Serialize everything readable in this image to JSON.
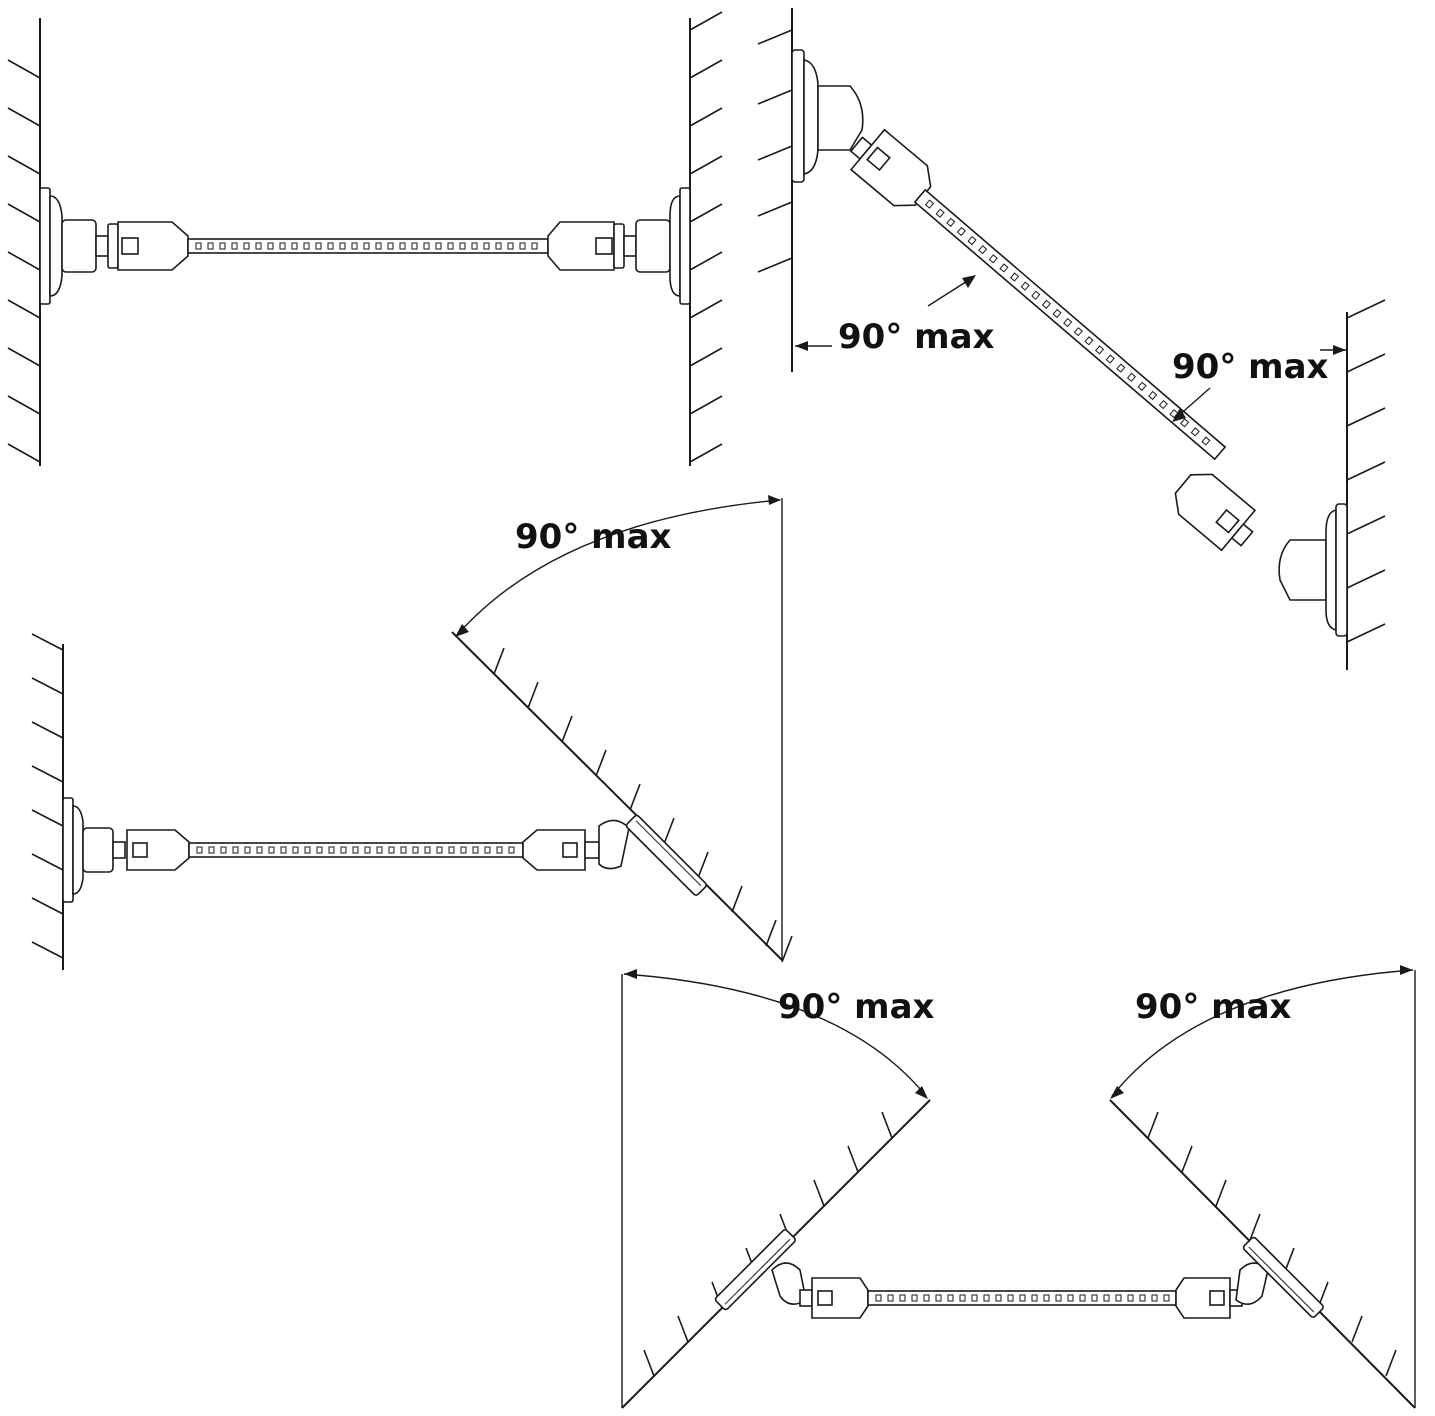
{
  "labels": {
    "top_right_left": "90° max",
    "top_right_right": "90° max",
    "middle_left": "90° max",
    "bottom_left": "90° max",
    "bottom_right": "90° max"
  },
  "colors": {
    "line": "#1a1a1a",
    "background": "#ffffff"
  }
}
